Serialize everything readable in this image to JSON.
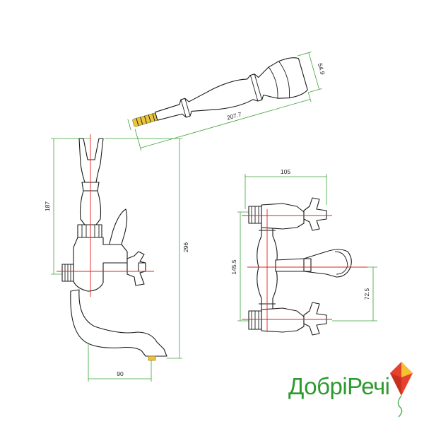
{
  "dimensions": {
    "hand_shower_diameter": "54.9",
    "hand_shower_length": "207.7",
    "shower_holder_height": "187",
    "total_height": "296",
    "spout_reach": "90",
    "mount_width": "105",
    "mount_height": "145.5",
    "half_height": "72.5"
  },
  "brand": {
    "name": "ДобріРечі",
    "color": "#2e9a2e",
    "kite_colors": [
      "#e8402a",
      "#f2c230",
      "#4caf50"
    ]
  },
  "colors": {
    "dimension_lines": "#3aa33a",
    "center_lines": "#e02020",
    "outline": "#1a1a1a"
  }
}
